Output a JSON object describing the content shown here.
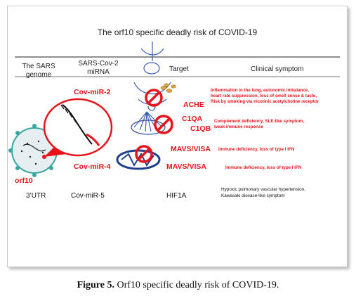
{
  "figure": {
    "title": "The orf10 specific deadly risk of COVID-19",
    "headers": {
      "genome": [
        "The SARS",
        "genome"
      ],
      "mirna": [
        "SARS-Cov-2",
        "miRNA"
      ],
      "target": "Target",
      "symptom": "Clinical symptom"
    },
    "virus_label": "orf10",
    "rows": {
      "mir2": "Cov-miR-2",
      "ache": "ACHE",
      "ache_symptom": [
        "Inflammation in the lung, autonomic imbalance,",
        "heart rate suppression, loss of smell sense & taste,",
        "Risk by smoking via nicotinic acetylcholine receptor"
      ],
      "c1qa": "C1QA",
      "c1qb": "C1QB",
      "c1q_symptom": [
        "Complement deficiency, SLE-like symptom,",
        "weak immune response"
      ],
      "mavs1": "MAVS/VISA",
      "mavs1_symptom": "Immune deficiency, loss of type I IFN",
      "mir4": "Cov-miR-4",
      "mavs2": "MAVS/VISA",
      "mavs2_symptom": "Immune deficiency, loss of type I IFN",
      "utr": "3’UTR",
      "mir5": "Cov-miR-5",
      "hif": "HIF1A",
      "hif_symptom": [
        "Hypoxic pulmonary vascular hypertension,",
        "Kawasaki disease-like symptom"
      ]
    },
    "colors": {
      "accent_red": "#e8141c",
      "virus_teal": "#3aa6a0",
      "pathway_blue": "#3d5fb8"
    }
  },
  "caption": {
    "label": "Figure 5.",
    "text": " Orf10 specific deadly risk of COVID-19."
  }
}
